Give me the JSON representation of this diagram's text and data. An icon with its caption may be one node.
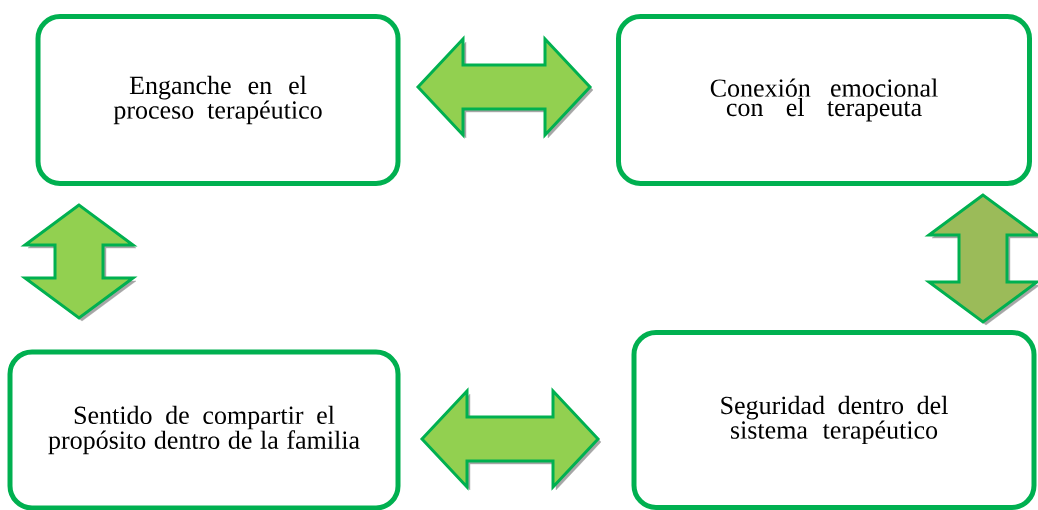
{
  "diagram": {
    "nodes": [
      {
        "text": [
          "Enganche en el proceso terapéutico"
        ]
      },
      {
        "text": [
          "Conexión emocional con el terapeuta"
        ]
      },
      {
        "text": [
          "Sentido de compartir el propósito dentro de la familia"
        ]
      },
      {
        "text": [
          "Seguridad dentro del sistema terapéutico"
        ]
      }
    ],
    "edges": [
      {
        "from": 0,
        "to": 1,
        "arrow": "both"
      },
      {
        "from": 0,
        "to": 2,
        "arrow": "both"
      },
      {
        "from": 1,
        "to": 3,
        "arrow": "both",
        "color": "#9bbb59"
      },
      {
        "from": 2,
        "to": 3,
        "arrow": "both"
      }
    ]
  }
}
